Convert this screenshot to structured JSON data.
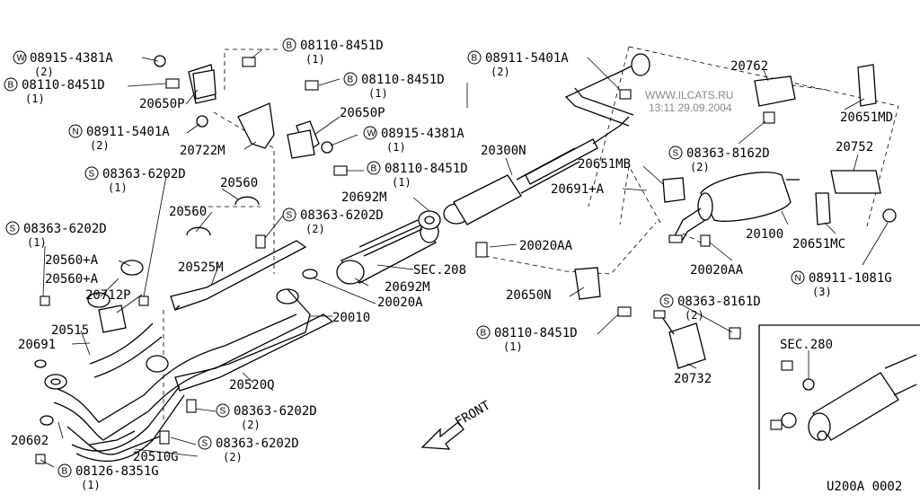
{
  "watermark": {
    "site": "WWW.ILCATS.RU",
    "stamp": "13:11 29.09.2004"
  },
  "diagram_code": "U200A 0002",
  "front_label": "FRONT",
  "inset_label": "SEC.280",
  "callouts": {
    "w_08915_4381a_left": {
      "marker": "W",
      "code": "08915-4381A",
      "qty": "(2)"
    },
    "b_08110_8451d_top": {
      "marker": "B",
      "code": "08110-8451D",
      "qty": "(1)"
    },
    "b_08110_8451d_left": {
      "marker": "B",
      "code": "08110-8451D",
      "qty": "(1)"
    },
    "b_08110_8451d_mid": {
      "marker": "B",
      "code": "08110-8451D",
      "qty": "(1)"
    },
    "b_08911_5401a": {
      "marker": "B",
      "code": "08911-5401A",
      "qty": "(2)"
    },
    "n_08911_5401a": {
      "marker": "N",
      "code": "08911-5401A",
      "qty": "(2)"
    },
    "w_08915_4381a_mid": {
      "marker": "W",
      "code": "08915-4381A",
      "qty": "(1)"
    },
    "b_08110_8451d_center": {
      "marker": "B",
      "code": "08110-8451D",
      "qty": "(1)"
    },
    "s_08363_6202d_a": {
      "marker": "S",
      "code": "08363-6202D",
      "qty": "(1)"
    },
    "s_08363_6202d_b": {
      "marker": "S",
      "code": "08363-6202D",
      "qty": "(1)"
    },
    "s_08363_6202d_c": {
      "marker": "S",
      "code": "08363-6202D",
      "qty": "(2)"
    },
    "s_08363_6202d_d": {
      "marker": "S",
      "code": "08363-6202D",
      "qty": "(2)"
    },
    "s_08363_6202d_e": {
      "marker": "S",
      "code": "08363-6202D",
      "qty": "(2)"
    },
    "s_08363_8162d": {
      "marker": "S",
      "code": "08363-8162D",
      "qty": "(2)"
    },
    "s_08363_8161d": {
      "marker": "S",
      "code": "08363-8161D",
      "qty": "(2)"
    },
    "b_08110_8451d_low": {
      "marker": "B",
      "code": "08110-8451D",
      "qty": "(1)"
    },
    "n_08911_1081g": {
      "marker": "N",
      "code": "08911-1081G",
      "qty": "(3)"
    },
    "b_08126_8351g": {
      "marker": "B",
      "code": "08126-8351G",
      "qty": "(1)"
    }
  },
  "parts": {
    "p20650p_a": "20650P",
    "p20650p_b": "20650P",
    "p20722m": "20722M",
    "p20300n": "20300N",
    "p20762": "20762",
    "p20651md": "20651MD",
    "p20651mb": "20651MB",
    "p20691a_right": "20691+A",
    "p20752": "20752",
    "p20692m_a": "20692M",
    "p20692m_b": "20692M",
    "p20560_a": "20560",
    "p20560_b": "20560",
    "p20560a_a": "20560+A",
    "p20560a_b": "20560+A",
    "p20525m": "20525M",
    "p20712p": "20712P",
    "p20515": "20515",
    "p20691": "20691",
    "p20020aa_a": "20020AA",
    "p20020aa_b": "20020AA",
    "sec208": "SEC.208",
    "p20020a": "20020A",
    "p20010": "20010",
    "p20650n": "20650N",
    "p20100": "20100",
    "p20651mc": "20651MC",
    "p20520q": "20520Q",
    "p20732": "20732",
    "p20602": "20602",
    "p20510g": "20510G"
  }
}
